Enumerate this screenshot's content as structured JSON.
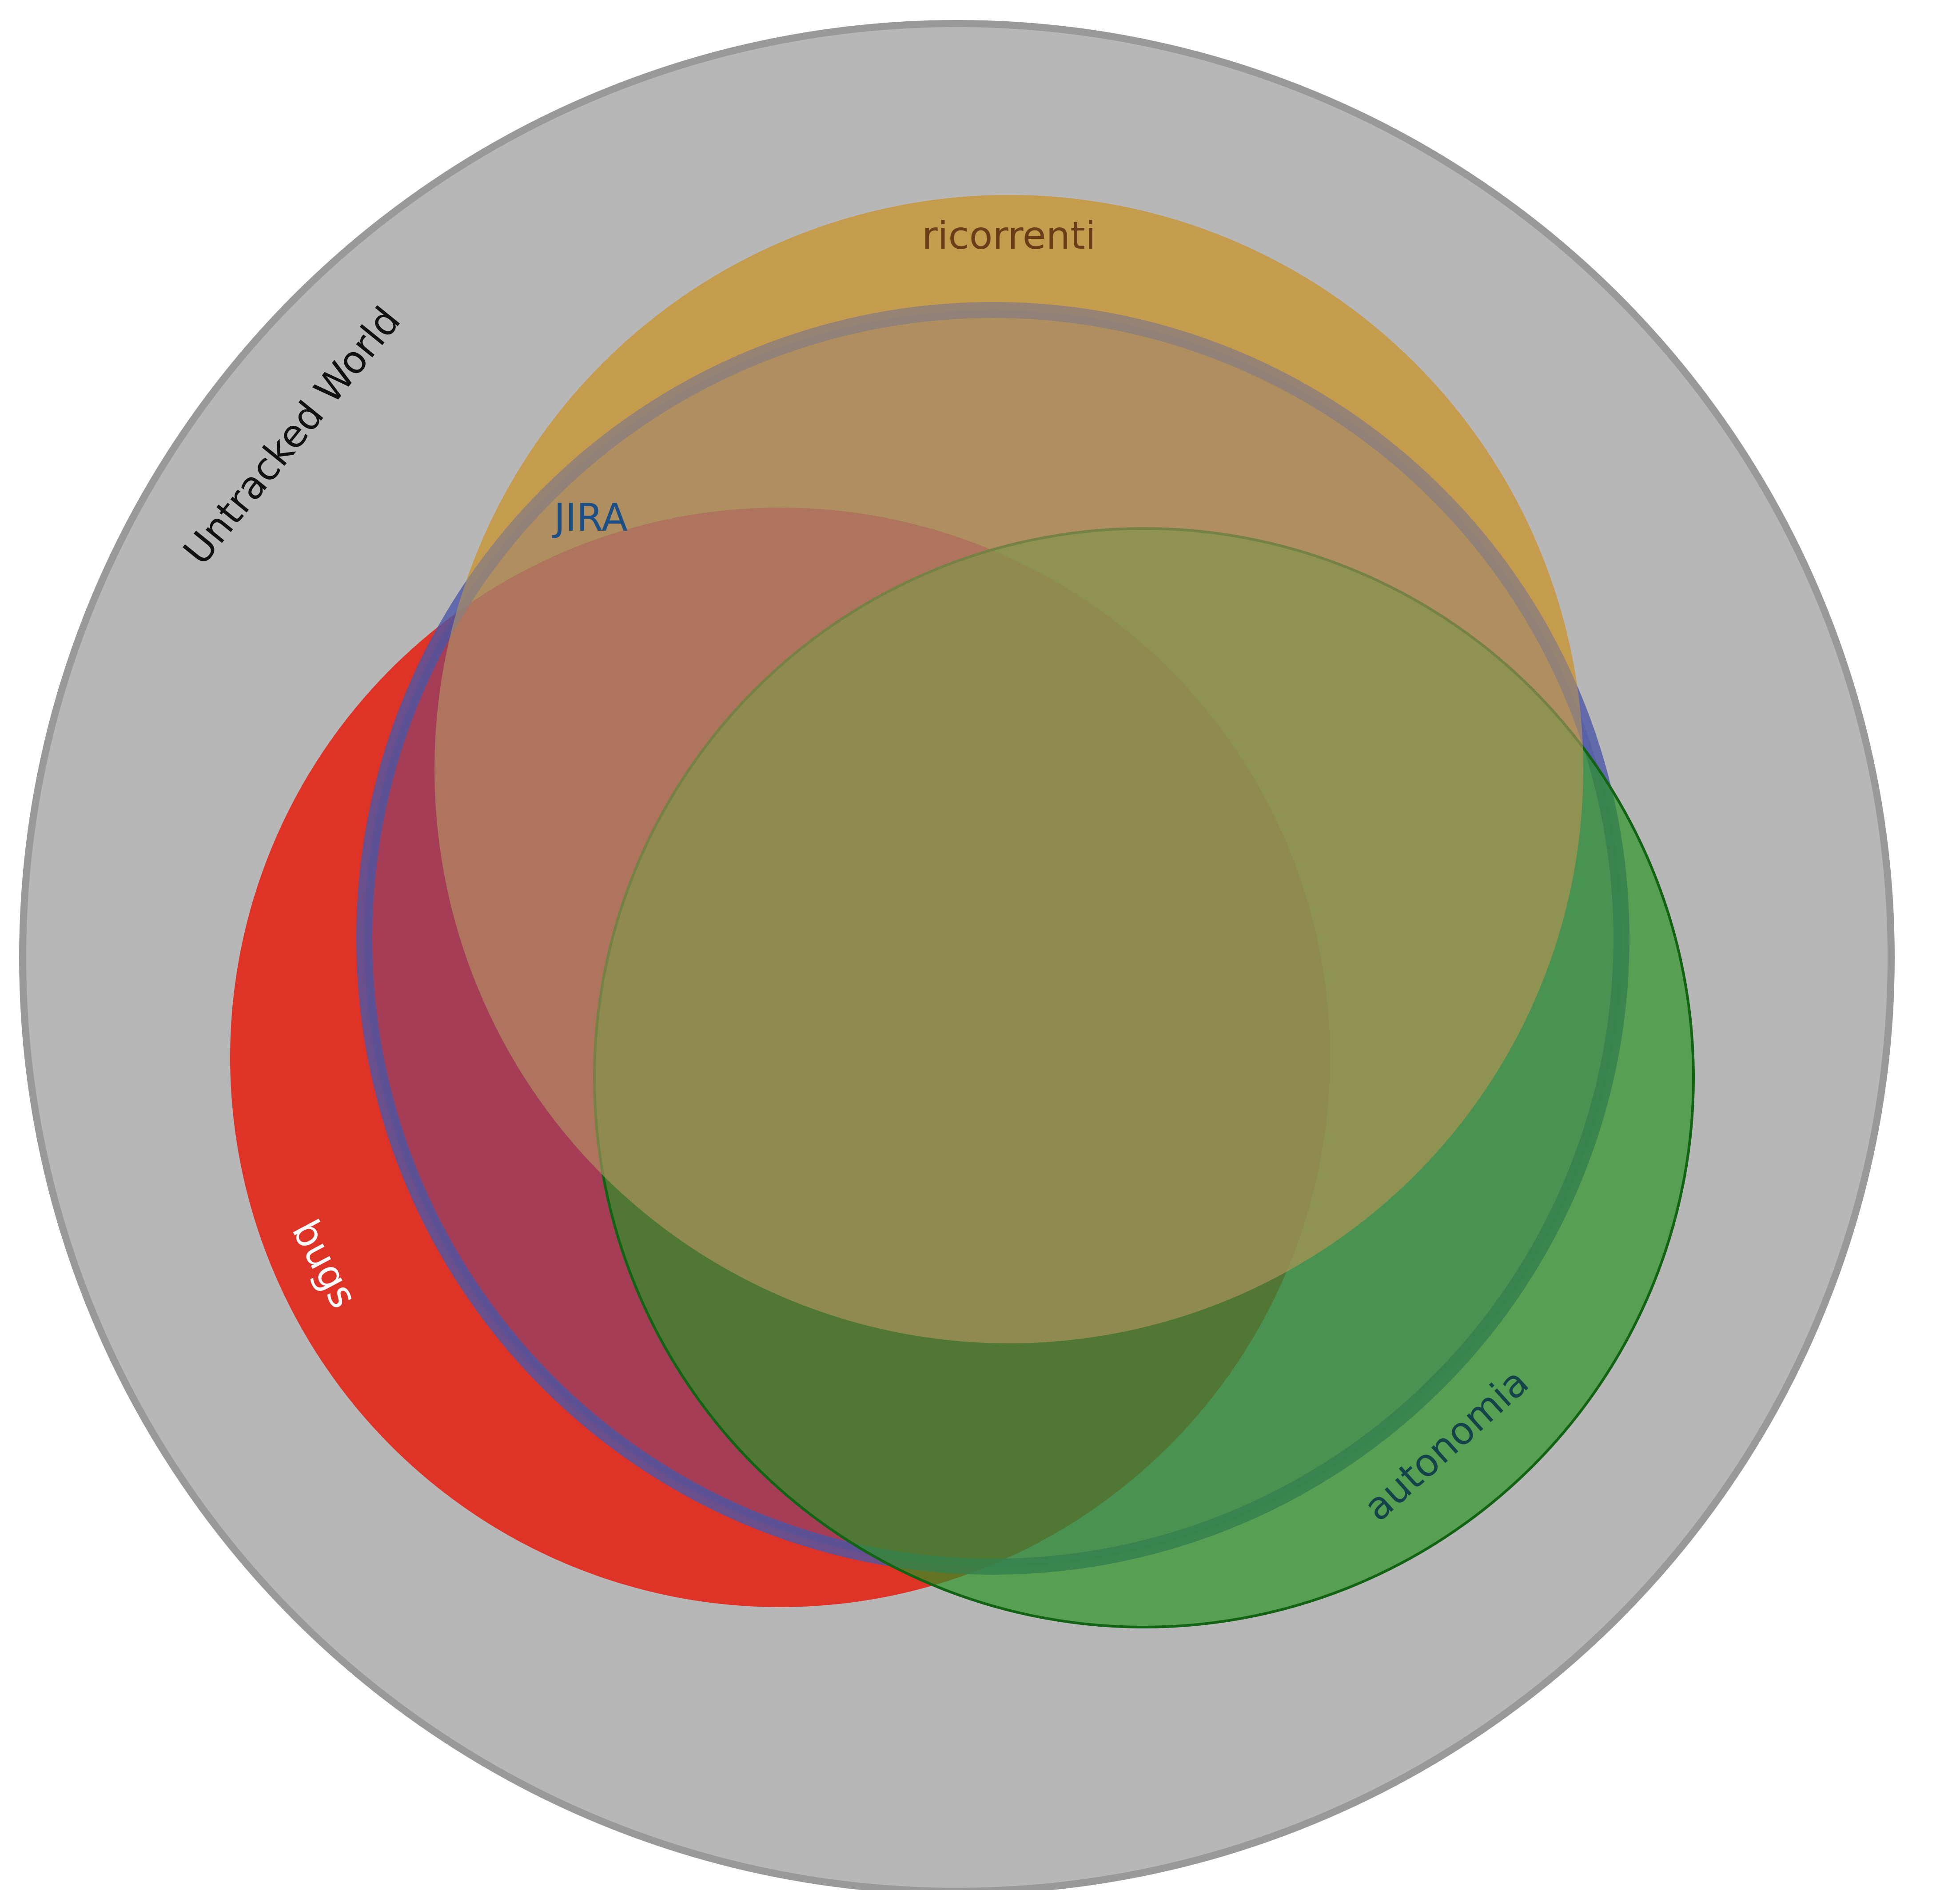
{
  "diagram": {
    "type": "venn",
    "sets": [
      {
        "id": "untracked",
        "label": "Untracked World",
        "fill": "#b7b7b7",
        "stroke": "#999999",
        "label_color": "#111111"
      },
      {
        "id": "ricorrenti",
        "label": "ricorrenti",
        "fill": "#e3a22e",
        "label_color": "#6b3d19"
      },
      {
        "id": "bugs",
        "label": "bugs",
        "fill": "#de3326",
        "label_color": "#ffffff"
      },
      {
        "id": "autonomia",
        "label": "autonomia",
        "fill": "#2a9324",
        "stroke": "#136315",
        "label_color": "#14444a"
      },
      {
        "id": "jira",
        "label": "JIRA",
        "stroke": "#4b56a6",
        "label_color": "#1b4f86"
      }
    ]
  }
}
